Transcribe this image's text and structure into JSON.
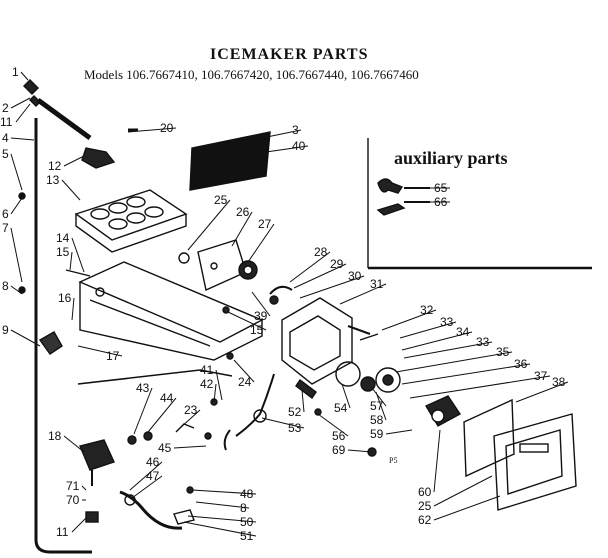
{
  "title": "ICEMAKER PARTS",
  "models_line": "Models 106.7667410, 106.7667420, 106.7667440, 106.7667460",
  "auxiliary_title": "auxiliary parts",
  "footnote": "P5",
  "callouts": [
    {
      "id": "c1",
      "label": "1"
    },
    {
      "id": "c2",
      "label": "2"
    },
    {
      "id": "c11a",
      "label": "11"
    },
    {
      "id": "c4",
      "label": "4"
    },
    {
      "id": "c5",
      "label": "5"
    },
    {
      "id": "c6",
      "label": "6"
    },
    {
      "id": "c7",
      "label": "7"
    },
    {
      "id": "c8a",
      "label": "8"
    },
    {
      "id": "c9",
      "label": "9"
    },
    {
      "id": "c12",
      "label": "12"
    },
    {
      "id": "c13",
      "label": "13"
    },
    {
      "id": "c14",
      "label": "14"
    },
    {
      "id": "c15a",
      "label": "15"
    },
    {
      "id": "c16",
      "label": "16"
    },
    {
      "id": "c17",
      "label": "17"
    },
    {
      "id": "c20",
      "label": "20"
    },
    {
      "id": "c3",
      "label": "3"
    },
    {
      "id": "c40",
      "label": "40"
    },
    {
      "id": "c25a",
      "label": "25"
    },
    {
      "id": "c26",
      "label": "26"
    },
    {
      "id": "c27",
      "label": "27"
    },
    {
      "id": "c28",
      "label": "28"
    },
    {
      "id": "c29",
      "label": "29"
    },
    {
      "id": "c30",
      "label": "30"
    },
    {
      "id": "c31",
      "label": "31"
    },
    {
      "id": "c39",
      "label": "39"
    },
    {
      "id": "c15b",
      "label": "15"
    },
    {
      "id": "c41",
      "label": "41"
    },
    {
      "id": "c42",
      "label": "42"
    },
    {
      "id": "c24",
      "label": "24"
    },
    {
      "id": "c43",
      "label": "43"
    },
    {
      "id": "c44",
      "label": "44"
    },
    {
      "id": "c23",
      "label": "23"
    },
    {
      "id": "c45",
      "label": "45"
    },
    {
      "id": "c46",
      "label": "46"
    },
    {
      "id": "c47",
      "label": "47"
    },
    {
      "id": "c18",
      "label": "18"
    },
    {
      "id": "c71",
      "label": "71"
    },
    {
      "id": "c70",
      "label": "70"
    },
    {
      "id": "c11b",
      "label": "11"
    },
    {
      "id": "c48",
      "label": "48"
    },
    {
      "id": "c8b",
      "label": "8"
    },
    {
      "id": "c50",
      "label": "50"
    },
    {
      "id": "c51",
      "label": "51"
    },
    {
      "id": "c52",
      "label": "52"
    },
    {
      "id": "c53",
      "label": "53"
    },
    {
      "id": "c54",
      "label": "54"
    },
    {
      "id": "c56",
      "label": "56"
    },
    {
      "id": "c69",
      "label": "69"
    },
    {
      "id": "c32",
      "label": "32"
    },
    {
      "id": "c33a",
      "label": "33"
    },
    {
      "id": "c34",
      "label": "34"
    },
    {
      "id": "c33b",
      "label": "33"
    },
    {
      "id": "c35",
      "label": "35"
    },
    {
      "id": "c36",
      "label": "36"
    },
    {
      "id": "c37",
      "label": "37"
    },
    {
      "id": "c38",
      "label": "38"
    },
    {
      "id": "c57",
      "label": "57"
    },
    {
      "id": "c58",
      "label": "58"
    },
    {
      "id": "c59",
      "label": "59"
    },
    {
      "id": "c60",
      "label": "60"
    },
    {
      "id": "c25b",
      "label": "25"
    },
    {
      "id": "c62",
      "label": "62"
    },
    {
      "id": "c65",
      "label": "65"
    },
    {
      "id": "c66",
      "label": "66"
    }
  ]
}
